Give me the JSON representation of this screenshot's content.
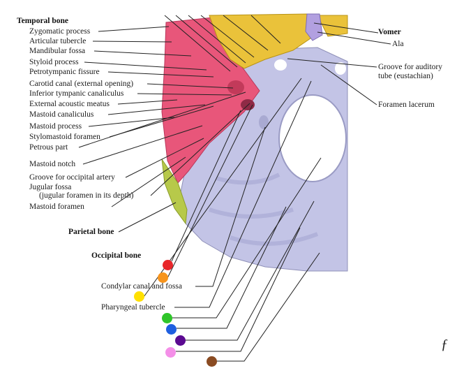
{
  "headings": {
    "temporal": "Temporal bone",
    "parietal": "Parietal bone",
    "occipital": "Occipital bone",
    "vomer": "Vomer"
  },
  "labels": {
    "zygomatic": "Zygomatic process",
    "articular": "Articular tubercle",
    "mandibular": "Mandibular fossa",
    "styloid": "Styloid process",
    "petrotympanic": "Petrotympanic fissure",
    "carotid": "Carotid canal (external opening)",
    "inferior_tympanic": "Inferior tympanic canaliculus",
    "external_acoustic": "External acoustic meatus",
    "mastoid_canaliculus": "Mastoid canaliculus",
    "mastoid_process": "Mastoid process",
    "stylomastoid": "Stylomastoid foramen",
    "petrous": "Petrous part",
    "mastoid_notch": "Mastoid notch",
    "occipital_artery": "Groove for occipital artery",
    "jugular_1": "Jugular fossa",
    "jugular_2": "(jugular foramen in its depth)",
    "mastoid_foramen": "Mastoid foramen",
    "condylar": "Condylar canal and fossa",
    "pharyngeal": "Pharyngeal tubercle",
    "ala": "Ala",
    "auditory_1": "Groove for auditory",
    "auditory_2": "tube (eustachian)",
    "lacerum": "Foramen lacerum"
  },
  "markers": [
    {
      "name": "red-marker",
      "color": "#e8262a"
    },
    {
      "name": "orange-marker",
      "color": "#f7941d"
    },
    {
      "name": "yellow-marker",
      "color": "#ffe000"
    },
    {
      "name": "green-marker",
      "color": "#2fc52a"
    },
    {
      "name": "blue-marker",
      "color": "#1f5fe0"
    },
    {
      "name": "purple-marker",
      "color": "#5b0a91"
    },
    {
      "name": "pink-marker",
      "color": "#f48fe8"
    },
    {
      "name": "brown-marker",
      "color": "#8a4b22"
    }
  ],
  "bone_colors": {
    "occipital": "#c3c4e6",
    "temporal": "#e8567a",
    "sphenoid": "#eac23a",
    "parietal": "#b7c94a",
    "vomer": "#b2a0e0"
  }
}
